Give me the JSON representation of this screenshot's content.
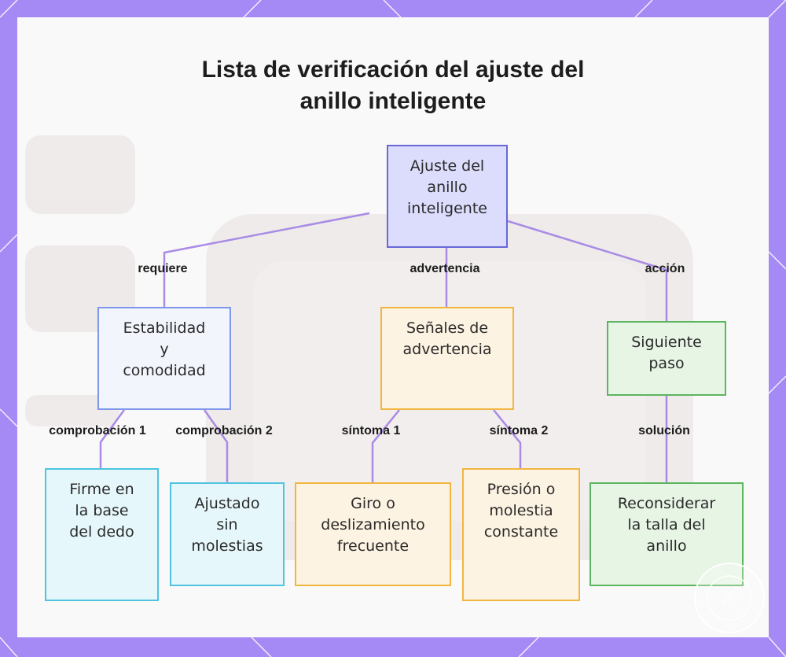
{
  "title": {
    "line1": "Lista de verificación del ajuste del",
    "line2": "anillo inteligente"
  },
  "nodes": {
    "root": [
      "Ajuste del",
      "anillo",
      "inteligente"
    ],
    "estabilidad": [
      "Estabilidad",
      "y",
      "comodidad"
    ],
    "senales": [
      "Señales de",
      "advertencia"
    ],
    "siguiente": [
      "Siguiente",
      "paso"
    ],
    "firme": [
      "Firme en",
      "la base",
      "del dedo"
    ],
    "ajustado": [
      "Ajustado",
      "sin",
      "molestias"
    ],
    "giro": [
      "Giro o",
      "deslizamiento",
      "frecuente"
    ],
    "presion": [
      "Presión o",
      "molestia",
      "constante"
    ],
    "reconsiderar": [
      "Reconsiderar",
      "la talla del",
      "anillo"
    ]
  },
  "edges": {
    "requiere": "requiere",
    "advertencia": "advertencia",
    "accion": "acción",
    "comprobacion1": "comprobación 1",
    "comprobacion2": "comprobación 2",
    "sintoma1": "síntoma 1",
    "sintoma2": "síntoma 2",
    "solucion": "solución"
  },
  "colors": {
    "frame": "#a58af5",
    "connector": "#a98be6",
    "root": "#6868d8",
    "blue": "#7f97e9",
    "orange": "#f2b63f",
    "green": "#5cb65f",
    "cyan": "#4fc3df"
  }
}
